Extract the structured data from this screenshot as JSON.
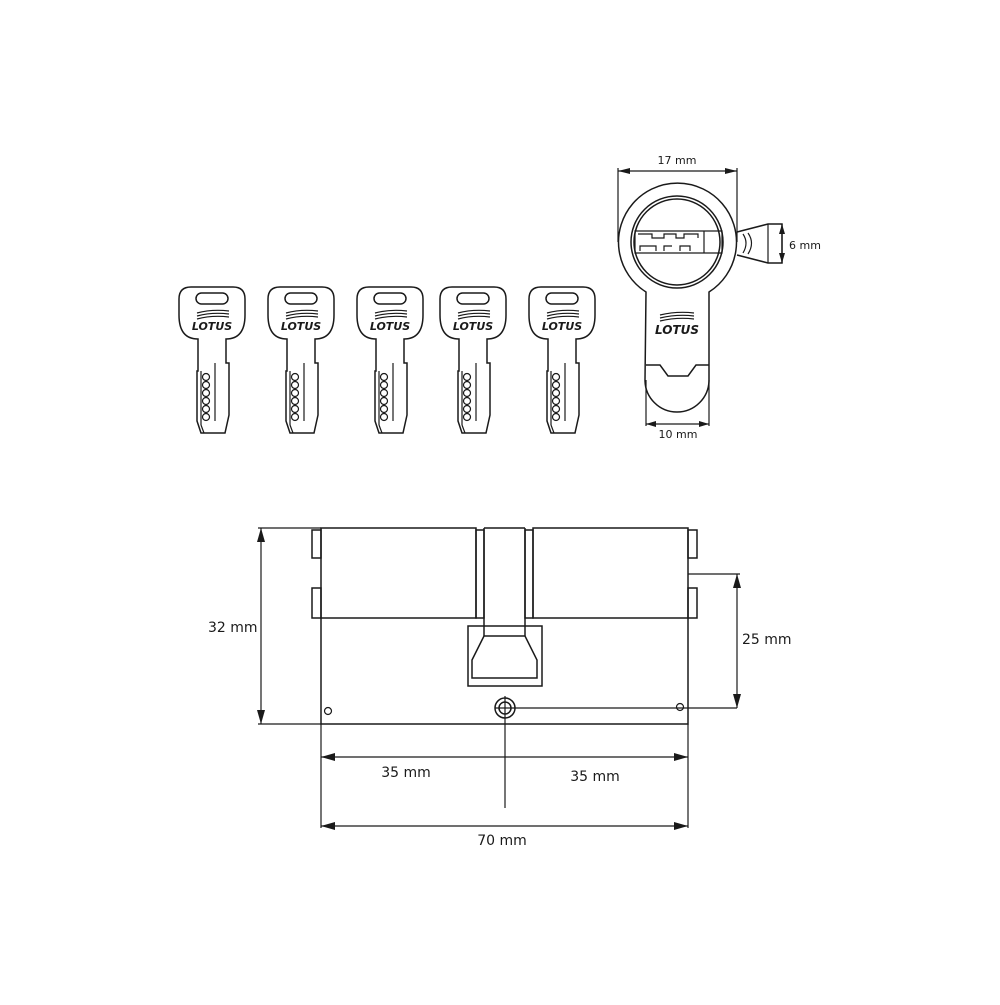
{
  "colors": {
    "line": "#1a1a1a",
    "background": "#ffffff"
  },
  "brand": {
    "logo_text": "LOTUS"
  },
  "keys": {
    "count": 5
  },
  "dimensions": {
    "front_width": "17 mm",
    "cam_height": "6 mm",
    "bottom_width": "10 mm",
    "body_height": "32 mm",
    "center_to_top": "25 mm",
    "left_length": "35 mm",
    "right_length": "35 mm",
    "total_length": "70 mm"
  }
}
